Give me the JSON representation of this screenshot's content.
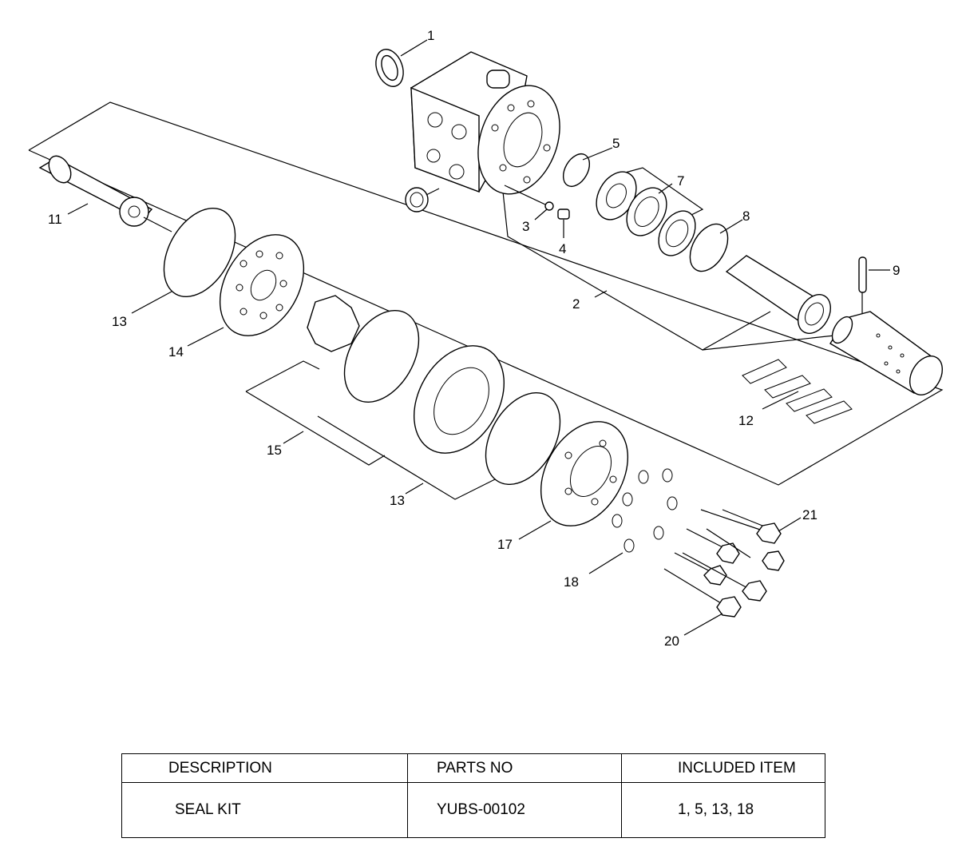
{
  "callouts": {
    "c1": "1",
    "c2": "2",
    "c3": "3",
    "c4": "4",
    "c5": "5",
    "c7": "7",
    "c8": "8",
    "c9": "9",
    "c11": "11",
    "c12": "12",
    "c13a": "13",
    "c13b": "13",
    "c14": "14",
    "c15": "15",
    "c17": "17",
    "c18": "18",
    "c20": "20",
    "c21": "21"
  },
  "table": {
    "headers": [
      "DESCRIPTION",
      "PARTS NO",
      "INCLUDED ITEM"
    ],
    "rows": [
      [
        "SEAL KIT",
        "YUBS-00102",
        "1, 5, 13, 18"
      ]
    ]
  }
}
